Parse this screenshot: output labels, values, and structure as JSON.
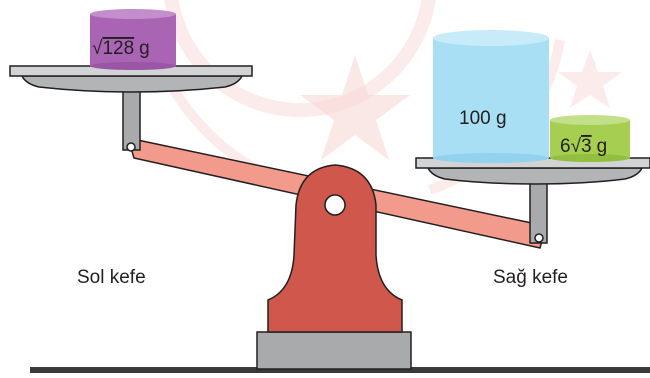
{
  "left_weight": {
    "radicand": "128",
    "unit": "g",
    "color": "#a965b3"
  },
  "right_big_weight": {
    "label": "100 g",
    "color": "#a9dff4"
  },
  "right_small_weight": {
    "coefficient": "6",
    "radicand": "3",
    "unit": "g",
    "color": "#a6cf52"
  },
  "left_pan_label": "Sol kefe",
  "right_pan_label": "Sağ kefe",
  "colors": {
    "beam": "#f29b8c",
    "stand": "#d0574b",
    "base": "#a8aaac",
    "watermark": "#f6d2cf"
  }
}
